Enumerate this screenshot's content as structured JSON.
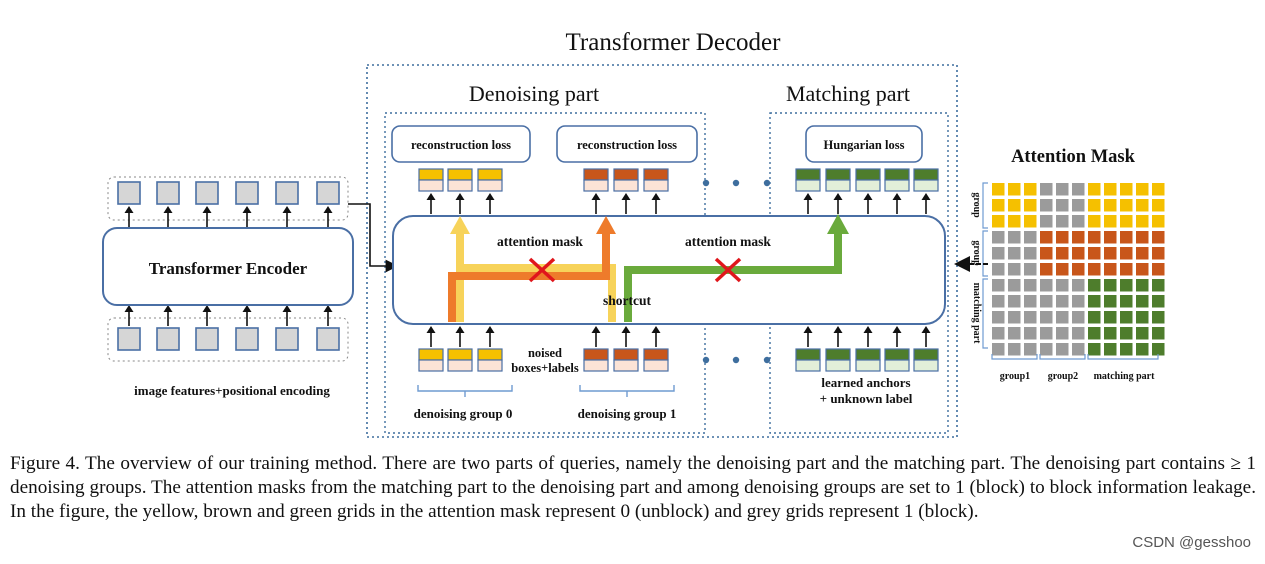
{
  "diagram": {
    "title": "Transformer Decoder",
    "denoising_part_label": "Denoising part",
    "matching_part_label": "Matching part",
    "encoder_label": "Transformer Encoder",
    "image_features_label": "image features+positional encoding",
    "reconstruction_loss_label": "reconstruction loss",
    "hungarian_loss_label": "Hungarian loss",
    "attention_mask_label": "attention mask",
    "shortcut_label": "shortcut",
    "noised_label_line1": "noised",
    "noised_label_line2": "boxes+labels",
    "denoising_group0_label": "denoising group 0",
    "denoising_group1_label": "denoising group 1",
    "learned_anchors_line1": "learned anchors",
    "learned_anchors_line2": "+ unknown label",
    "attention_mask_panel": {
      "title": "Attention Mask",
      "row_labels": [
        "group",
        "group",
        "matching part"
      ],
      "col_labels": [
        "group1",
        "group2",
        "matching part"
      ]
    }
  },
  "colors": {
    "yellow": "#f5c000",
    "brown": "#c8561a",
    "green": "#4e7d2c",
    "grey": "#9b9b9b",
    "encoder_blue": "#4a6fa5",
    "dotted_border": "#3e6e9e",
    "red_cross": "#e0161c"
  },
  "caption": {
    "text": "Figure 4. The overview of our training method. There are two parts of queries, namely the denoising part and the matching part. The denoising part contains ≥ 1 denoising groups. The attention masks from the matching part to the denoising part and among denoising groups are set to 1 (block) to block information leakage. In the figure, the yellow, brown and green grids in the attention mask represent 0 (unblock) and grey grids represent 1 (block)."
  },
  "watermark": "CSDN @gesshoo"
}
